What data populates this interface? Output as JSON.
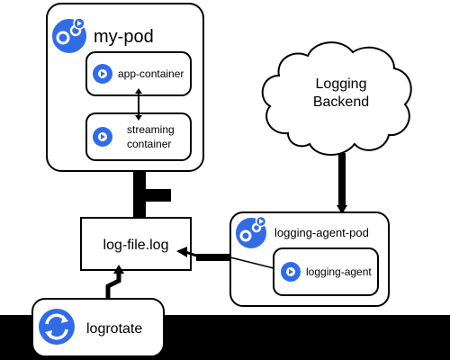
{
  "nodes": {
    "my_pod": "my-pod",
    "app_container": "app-container",
    "streaming_line1": "streaming",
    "streaming_line2": "container",
    "log_file": "log-file.log",
    "logrotate": "logrotate",
    "logging_backend_line1": "Logging",
    "logging_backend_line2": "Backend",
    "logging_agent_pod": "logging-agent-pod",
    "logging_agent": "logging-agent"
  },
  "colors": {
    "icon_blue": "#326ce5",
    "stroke": "#000000",
    "background": "#ffffff"
  }
}
